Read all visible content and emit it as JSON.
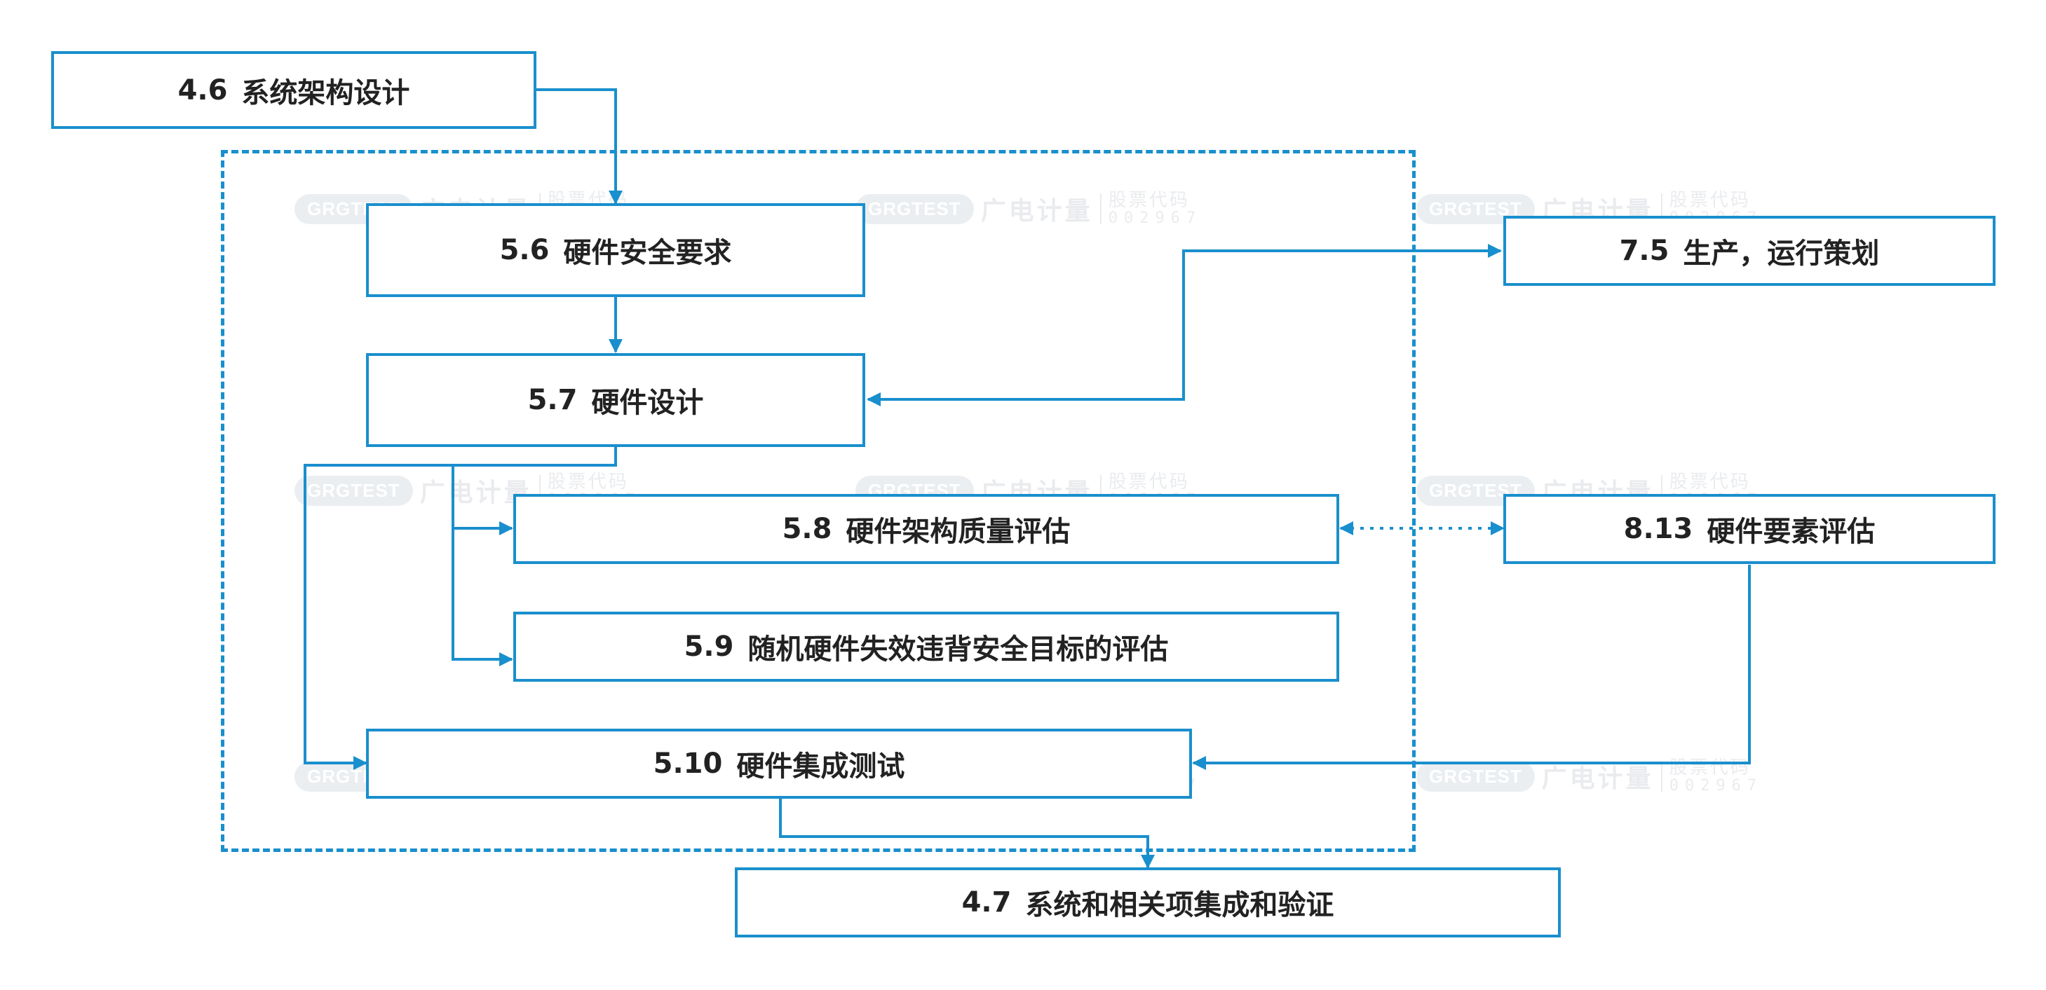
{
  "diagram": {
    "colors": {
      "line": "#1a8fcd",
      "text": "#222222",
      "background": "#ffffff"
    },
    "nodes": [
      {
        "id": "n46",
        "num": "4.6",
        "label": "系统架构设计"
      },
      {
        "id": "n56",
        "num": "5.6",
        "label": "硬件安全要求"
      },
      {
        "id": "n57",
        "num": "5.7",
        "label": "硬件设计"
      },
      {
        "id": "n75",
        "num": "7.5",
        "label": "生产，运行策划"
      },
      {
        "id": "n58",
        "num": "5.8",
        "label": "硬件架构质量评估"
      },
      {
        "id": "n813",
        "num": "8.13",
        "label": "硬件要素评估"
      },
      {
        "id": "n59",
        "num": "5.9",
        "label": "随机硬件失效违背安全目标的评估"
      },
      {
        "id": "n510",
        "num": "5.10",
        "label": "硬件集成测试"
      },
      {
        "id": "n47",
        "num": "4.7",
        "label": "系统和相关项集成和验证"
      }
    ],
    "edges": [
      {
        "from": "4.6",
        "to": "5.6",
        "style": "solid"
      },
      {
        "from": "5.6",
        "to": "5.7",
        "style": "solid"
      },
      {
        "from": "5.7",
        "to": "7.5",
        "style": "solid",
        "bidirectional": true
      },
      {
        "from": "5.7",
        "to": "5.8",
        "style": "solid"
      },
      {
        "from": "5.7",
        "to": "5.9",
        "style": "solid"
      },
      {
        "from": "5.7",
        "to": "5.10",
        "style": "solid"
      },
      {
        "from": "5.8",
        "to": "8.13",
        "style": "dotted",
        "bidirectional": true
      },
      {
        "from": "8.13",
        "to": "5.10",
        "style": "solid"
      },
      {
        "from": "5.10",
        "to": "4.7",
        "style": "solid"
      }
    ]
  },
  "watermark": {
    "logo": "GRGTEST",
    "company": "广电计量",
    "stock_label": "股票代码",
    "stock_code": "002967"
  }
}
